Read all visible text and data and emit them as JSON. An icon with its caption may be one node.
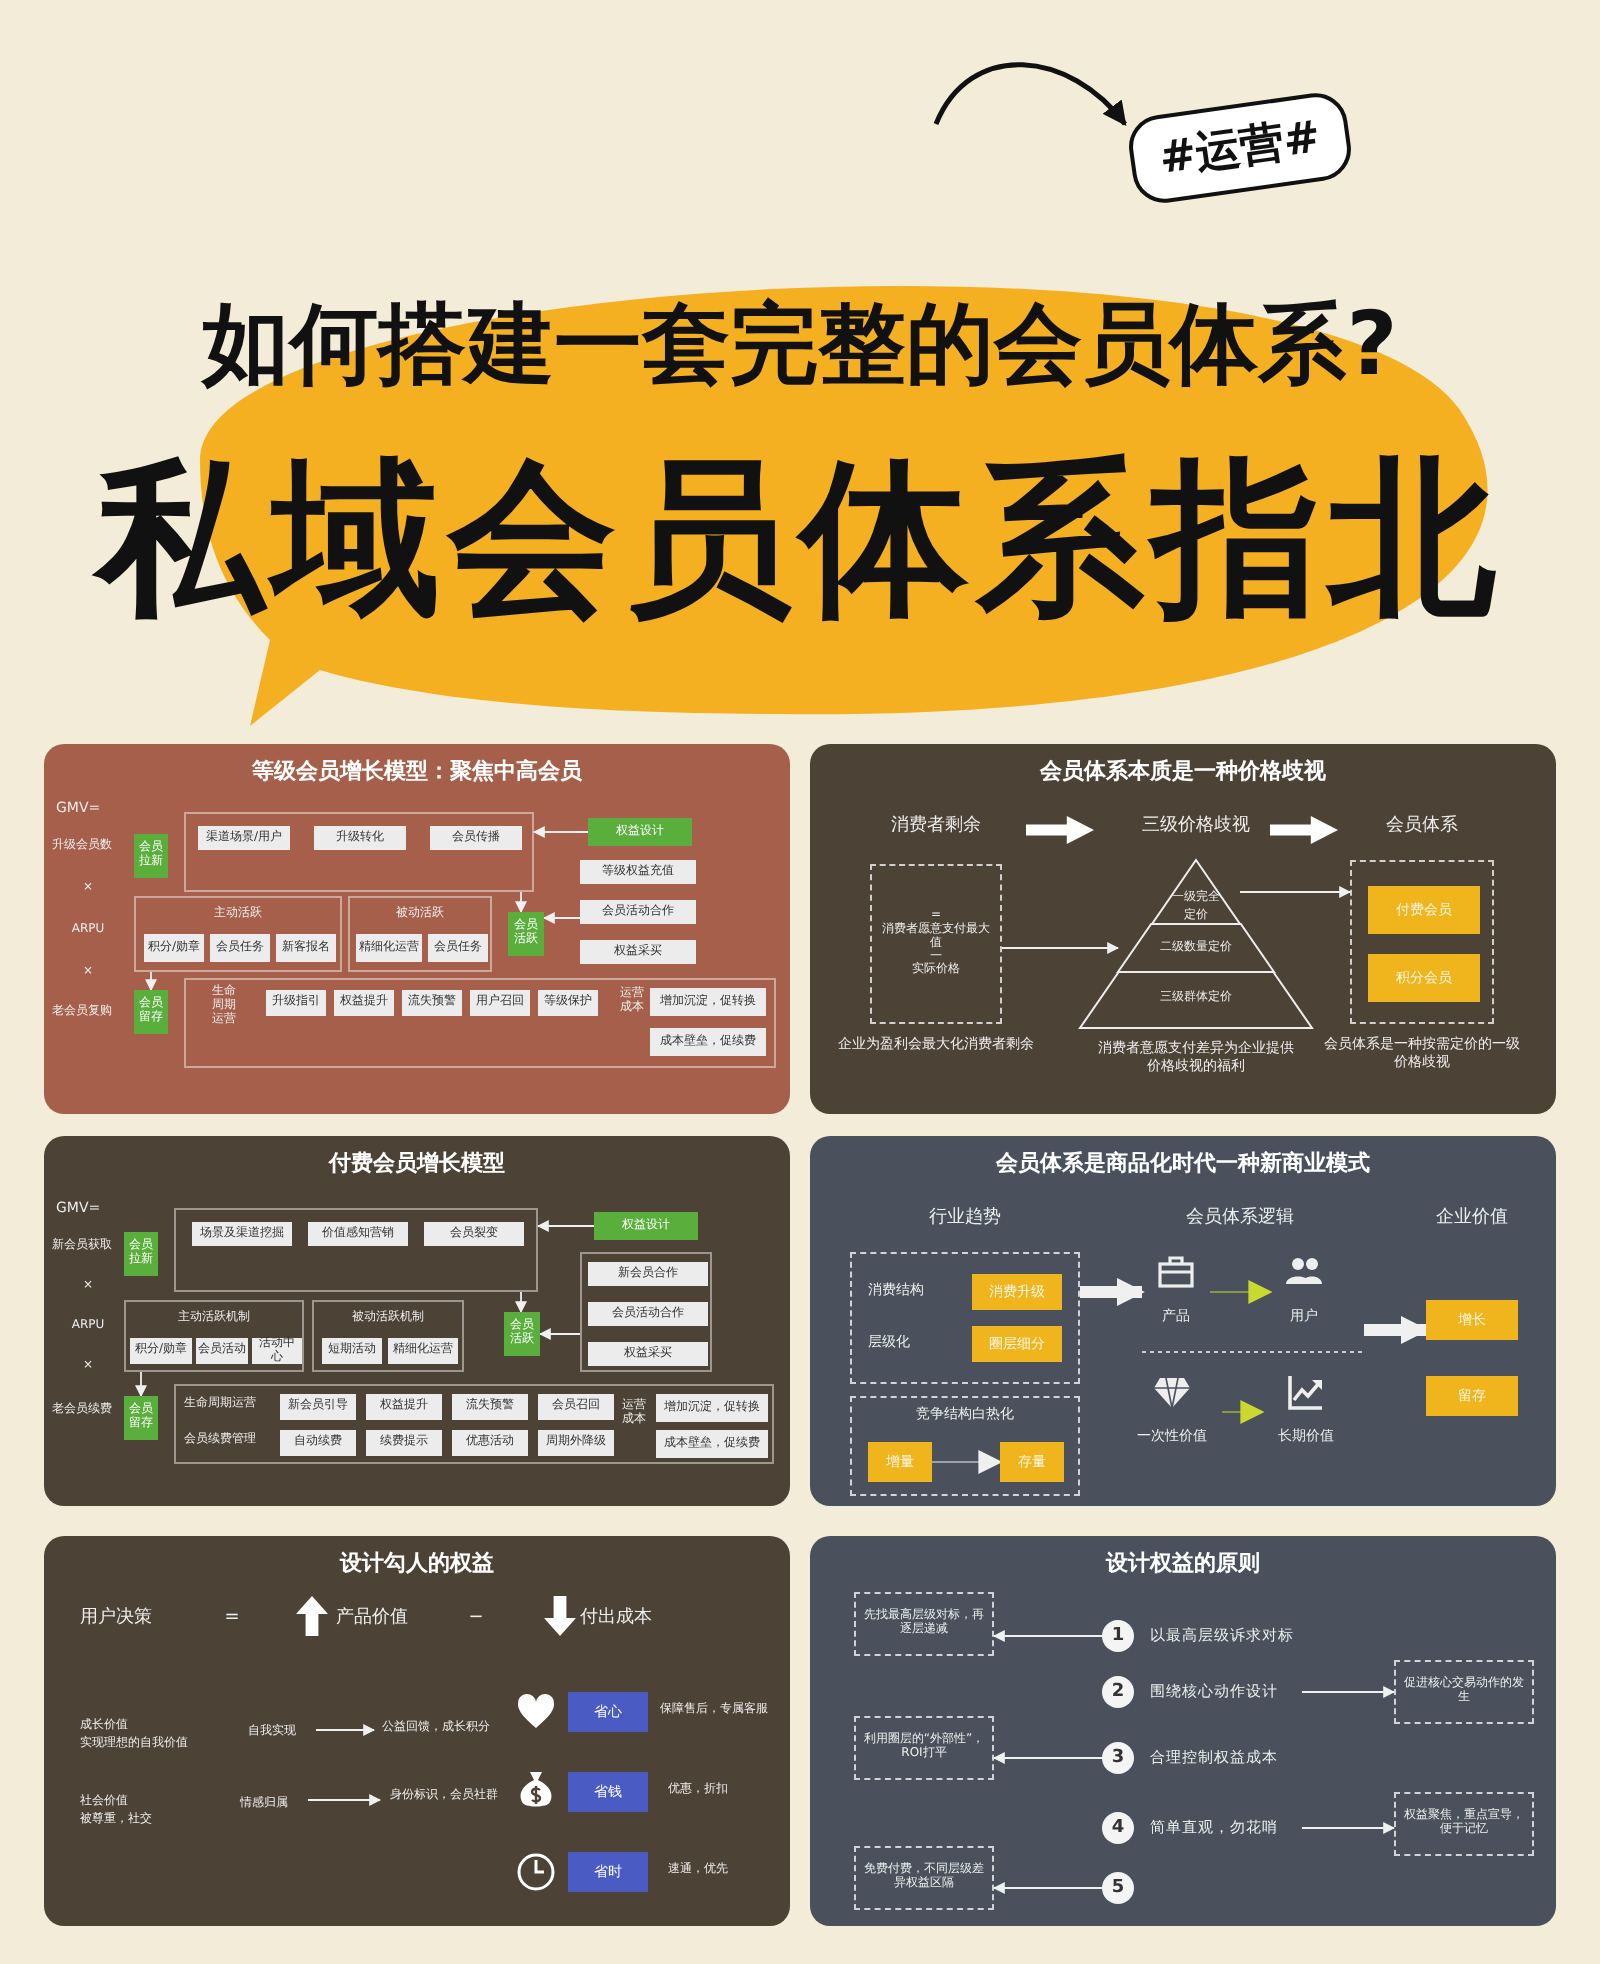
{
  "diagram": {
    "nodes": [
      {
        "text": [
          "如何搭建一套完整的会员体系?",
          "私域会员体系指北"
        ]
      },
      {
        "text": [
          "#运营#"
        ]
      },
      {
        "text": [
          "等级会员增长模型：聚焦中高会员"
        ]
      },
      {
        "text": [],
        "shape": "box",
        "in": 2
      },
      {
        "text": [
          "会员拉新"
        ],
        "in": 2
      },
      {
        "text": [
          "渠道场景/用户"
        ],
        "in": 3
      },
      {
        "text": [
          "升级转化"
        ],
        "in": 3
      },
      {
        "text": [
          "会员传播"
        ],
        "in": 3
      },
      {
        "text": [
          "主动活跃"
        ],
        "in": 2
      },
      {
        "text": [
          "积分/勋章"
        ],
        "in": 8
      },
      {
        "text": [
          "会员任务"
        ],
        "in": 8
      },
      {
        "text": [
          "新客报名"
        ],
        "in": 8
      },
      {
        "text": [
          "被动活跃"
        ],
        "in": 2
      },
      {
        "text": [
          "精细化运营"
        ],
        "in": 12
      },
      {
        "text": [
          "会员任务"
        ],
        "in": 12
      },
      {
        "text": [
          "会员活跃"
        ],
        "in": 2
      },
      {
        "text": [
          "权益设计"
        ],
        "in": 2
      },
      {
        "text": [
          "等级权益充值"
        ],
        "in": 2
      },
      {
        "text": [
          "会员活动合作"
        ],
        "in": 2
      },
      {
        "text": [
          "权益采买"
        ],
        "in": 2
      },
      {
        "text": [],
        "shape": "box",
        "in": 2
      },
      {
        "text": [
          "会员留存"
        ],
        "in": 2
      },
      {
        "text": [
          "升级指引"
        ],
        "in": 20
      },
      {
        "text": [
          "权益提升"
        ],
        "in": 20
      },
      {
        "text": [
          "流失预警"
        ],
        "in": 20
      },
      {
        "text": [
          "用户召回"
        ],
        "in": 20
      },
      {
        "text": [
          "等级保护"
        ],
        "in": 20
      },
      {
        "text": [
          "增加沉淀，促转换"
        ],
        "in": 20
      },
      {
        "text": [
          "成本壁垒，促续费"
        ],
        "in": 20
      },
      {
        "text": [
          "会员体系本质是一种价格歧视"
        ]
      },
      {
        "text": [
          "=",
          "消费者愿意支付最大值",
          "—",
          "实际价格"
        ],
        "in": 29,
        "beside": [
          "企业为盈利会最大化消费者剩余"
        ]
      },
      {
        "text": [
          "一级完全定价"
        ],
        "in": 29
      },
      {
        "text": [
          "二级数量定价"
        ],
        "in": 29
      },
      {
        "text": [
          "三级群体定价"
        ],
        "in": 29,
        "beside": [
          "消费者意愿支付差异为企业提供价格歧视的福利"
        ]
      },
      {
        "text": [],
        "shape": "box",
        "in": 29,
        "beside": [
          "会员体系是一种按需定价的一级价格歧视"
        ]
      },
      {
        "text": [
          "付费会员"
        ],
        "in": 34
      },
      {
        "text": [
          "积分会员"
        ],
        "in": 34
      },
      {
        "text": [
          "付费会员增长模型"
        ]
      },
      {
        "text": [],
        "shape": "box",
        "in": 37
      },
      {
        "text": [
          "会员拉新"
        ],
        "in": 37
      },
      {
        "text": [
          "场景及渠道挖掘"
        ],
        "in": 38
      },
      {
        "text": [
          "价值感知营销"
        ],
        "in": 38
      },
      {
        "text": [
          "会员裂变"
        ],
        "in": 38
      },
      {
        "text": [
          "主动活跃机制"
        ],
        "in": 37
      },
      {
        "text": [
          "积分/勋章"
        ],
        "in": 43
      },
      {
        "text": [
          "会员活动"
        ],
        "in": 43
      },
      {
        "text": [
          "活动中心"
        ],
        "in": 43
      },
      {
        "text": [
          "被动活跃机制"
        ],
        "in": 37
      },
      {
        "text": [
          "短期活动"
        ],
        "in": 47
      },
      {
        "text": [
          "精细化运营"
        ],
        "in": 47
      },
      {
        "text": [
          "会员活跃"
        ],
        "in": 37
      },
      {
        "text": [
          "权益设计"
        ],
        "in": 37
      },
      {
        "text": [],
        "shape": "box",
        "in": 37
      },
      {
        "text": [
          "新会员合作"
        ],
        "in": 52
      },
      {
        "text": [
          "会员活动合作"
        ],
        "in": 52
      },
      {
        "text": [
          "权益采买"
        ],
        "in": 52
      },
      {
        "text": [],
        "shape": "box",
        "in": 37
      },
      {
        "text": [
          "会员留存"
        ],
        "in": 37
      },
      {
        "text": [
          "新会员引导"
        ],
        "in": 56
      },
      {
        "text": [
          "权益提升"
        ],
        "in": 56
      },
      {
        "text": [
          "流失预警"
        ],
        "in": 56
      },
      {
        "text": [
          "会员召回"
        ],
        "in": 56
      },
      {
        "text": [
          "自动续费"
        ],
        "in": 56
      },
      {
        "text": [
          "续费提示"
        ],
        "in": 56
      },
      {
        "text": [
          "优惠活动"
        ],
        "in": 56
      },
      {
        "text": [
          "周期外降级"
        ],
        "in": 56
      },
      {
        "text": [
          "增加沉淀，促转换"
        ],
        "in": 56
      },
      {
        "text": [
          "成本壁垒，促续费"
        ],
        "in": 56
      },
      {
        "text": [
          "会员体系是商品化时代一种新商业模式"
        ]
      },
      {
        "text": [],
        "shape": "box",
        "in": 68
      },
      {
        "text": [
          "消费升级"
        ],
        "in": 69
      },
      {
        "text": [
          "圈层细分"
        ],
        "in": 69
      },
      {
        "text": [
          "竞争结构白热化"
        ],
        "in": 68
      },
      {
        "text": [
          "增量"
        ],
        "in": 72
      },
      {
        "text": [
          "存量"
        ],
        "in": 72
      },
      {
        "text": [
          "产品"
        ],
        "in": 68
      },
      {
        "text": [
          "用户"
        ],
        "in": 68
      },
      {
        "text": [
          "一次性价值"
        ],
        "in": 68
      },
      {
        "text": [
          "长期价值"
        ],
        "in": 68
      },
      {
        "text": [
          "增长"
        ],
        "in": 68
      },
      {
        "text": [
          "留存"
        ],
        "in": 68
      },
      {
        "text": [
          "设计勾人的权益"
        ]
      },
      {
        "text": [
          "自我实现"
        ],
        "in": 81
      },
      {
        "text": [
          "公益回馈，成长积分"
        ],
        "in": 81
      },
      {
        "text": [
          "情感归属"
        ],
        "in": 81
      },
      {
        "text": [
          "身份标识，会员社群"
        ],
        "in": 81
      },
      {
        "text": [
          "省心"
        ],
        "in": 81
      },
      {
        "text": [
          "省钱"
        ],
        "in": 81
      },
      {
        "text": [
          "省时"
        ],
        "in": 81
      },
      {
        "text": [
          "设计权益的原则"
        ]
      },
      {
        "text": [
          "1"
        ],
        "in": 89,
        "beside": [
          "以最高层级诉求对标"
        ]
      },
      {
        "text": [
          "先找最高层级对标，再逐层递减"
        ],
        "in": 89
      },
      {
        "text": [
          "2"
        ],
        "in": 89,
        "beside": [
          "围绕核心动作设计"
        ]
      },
      {
        "text": [
          "促进核心交易动作的发生"
        ],
        "in": 89
      },
      {
        "text": [
          "3"
        ],
        "in": 89,
        "beside": [
          "合理控制权益成本"
        ]
      },
      {
        "text": [
          "利用圈层的“外部性”，ROI打平"
        ],
        "in": 89
      },
      {
        "text": [
          "4"
        ],
        "in": 89,
        "beside": [
          "简单直观，勿花哨"
        ]
      },
      {
        "text": [
          "权益聚焦，重点宣导，便于记忆"
        ],
        "in": 89
      },
      {
        "text": [
          "5"
        ],
        "in": 89
      },
      {
        "text": [
          "免费付费，不同层级差异权益区隔"
        ],
        "in": 89
      }
    ],
    "edges": [
      {
        "from": 16,
        "to": 3,
        "arrow": "to"
      },
      {
        "from": 3,
        "to": 15,
        "arrow": "to"
      },
      {
        "from": 18,
        "to": 15,
        "arrow": "to"
      },
      {
        "from": 8,
        "to": 21,
        "arrow": "to"
      },
      {
        "from": 30,
        "to": 32,
        "arrow": "to"
      },
      {
        "from": 31,
        "to": 34,
        "arrow": "to"
      },
      {
        "from": 51,
        "to": 38,
        "arrow": "to"
      },
      {
        "from": 38,
        "to": 50,
        "arrow": "to"
      },
      {
        "from": 52,
        "to": 50,
        "arrow": "to"
      },
      {
        "from": 43,
        "to": 57,
        "arrow": "to"
      },
      {
        "from": 73,
        "to": 74,
        "arrow": "to"
      },
      {
        "from": 75,
        "to": 76,
        "arrow": "to",
        "color": "#c9d92e"
      },
      {
        "from": 77,
        "to": 78,
        "arrow": "to",
        "color": "#c9d92e"
      },
      {
        "from": 82,
        "to": 83,
        "arrow": "to"
      },
      {
        "from": 84,
        "to": 85,
        "arrow": "to"
      },
      {
        "from": 90,
        "to": 91,
        "arrow": "to"
      },
      {
        "from": 92,
        "to": 93,
        "arrow": "to"
      },
      {
        "from": 94,
        "to": 95,
        "arrow": "to"
      },
      {
        "from": 96,
        "to": 97,
        "arrow": "to"
      },
      {
        "from": 98,
        "to": 99,
        "arrow": "to"
      },
      {
        "from": null,
        "to": 1,
        "arrow": "to",
        "style": "thick",
        "color": "#111111"
      },
      {
        "from": 69,
        "to": 75,
        "arrow": "to",
        "style": "thick"
      },
      {
        "from": null,
        "to": 79,
        "arrow": "to",
        "style": "thick"
      }
    ],
    "labels": [
      "GMV=",
      "升级会员数",
      "×",
      "ARPU",
      "×",
      "老会员复购",
      "生命周期运营",
      "运营成本",
      "消费者剩余",
      "三级价格歧视",
      "会员体系",
      "GMV=",
      "新会员获取",
      "×",
      "ARPU",
      "×",
      "老会员续费",
      "生命周期运营",
      "会员续费管理",
      "运营成本",
      "行业趋势",
      "会员体系逻辑",
      "企业价值",
      "消费结构",
      "层级化",
      "用户决策",
      "=",
      "产品价值",
      "−",
      "付出成本",
      "成长价值",
      "实现理想的自我价值",
      "社会价值",
      "被尊重，社交",
      "保障售后，专属客服",
      "优惠，折扣",
      "速通，优先"
    ]
  }
}
